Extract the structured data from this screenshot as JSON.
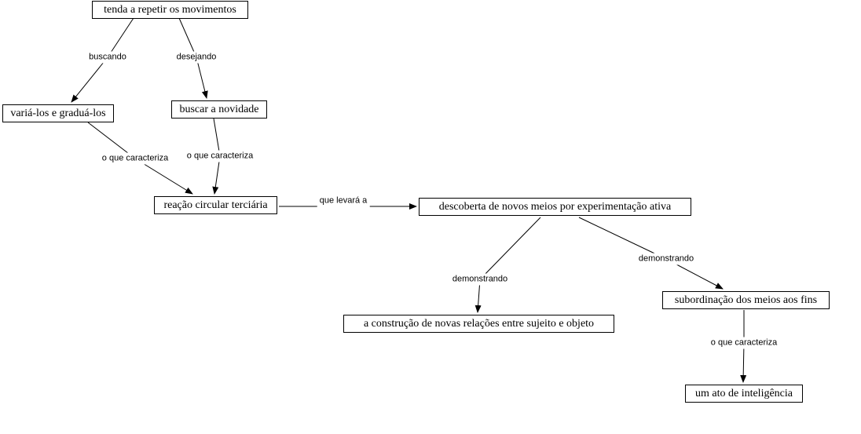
{
  "diagram": {
    "type": "concept-map",
    "colors": {
      "background": "#ffffff",
      "box_border": "#000000",
      "box_bg": "#ffffff",
      "text": "#000000",
      "line": "#000000"
    },
    "nodes": [
      {
        "id": "tenda",
        "label": "tenda a repetir os movimentos"
      },
      {
        "id": "varia",
        "label": "variá-los e graduá-los"
      },
      {
        "id": "buscar",
        "label": "buscar a novidade"
      },
      {
        "id": "reacao",
        "label": "reação circular terciária"
      },
      {
        "id": "descoberta",
        "label": "descoberta de novos meios por experimentação ativa"
      },
      {
        "id": "construcao",
        "label": "a construção de novas relações entre sujeito e objeto"
      },
      {
        "id": "subordinacao",
        "label": "subordinação dos meios aos fins"
      },
      {
        "id": "ato",
        "label": "um ato de inteligência"
      }
    ],
    "link_labels": [
      {
        "id": "buscando",
        "label": "buscando"
      },
      {
        "id": "desejando",
        "label": "desejando"
      },
      {
        "id": "o-que-caracteriza-1",
        "label": "o que caracteriza"
      },
      {
        "id": "o-que-caracteriza-2",
        "label": "o que caracteriza"
      },
      {
        "id": "que-levara-a",
        "label": "que levará a"
      },
      {
        "id": "demonstrando-1",
        "label": "demonstrando"
      },
      {
        "id": "demonstrando-2",
        "label": "demonstrando"
      },
      {
        "id": "o-que-caracteriza-3",
        "label": "o que caracteriza"
      }
    ]
  }
}
